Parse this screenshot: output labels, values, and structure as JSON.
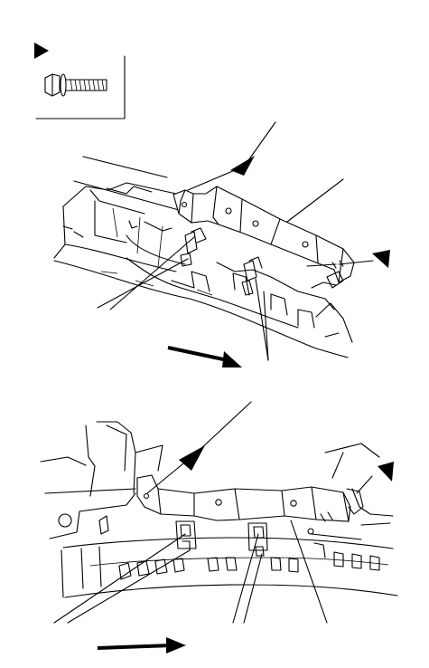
{
  "figure": {
    "colors": {
      "ink": "#000000",
      "paper": "#ffffff"
    },
    "legend": {
      "marker": "triangle-arrow-icon",
      "fastener": "flange-bolt-icon"
    },
    "panels": [
      {
        "id": "top",
        "part": "bracket",
        "callouts": 5,
        "direction_arrow": "front-arrow"
      },
      {
        "id": "bottom",
        "part": "bracket",
        "callouts": 5,
        "direction_arrow": "front-arrow"
      }
    ]
  }
}
